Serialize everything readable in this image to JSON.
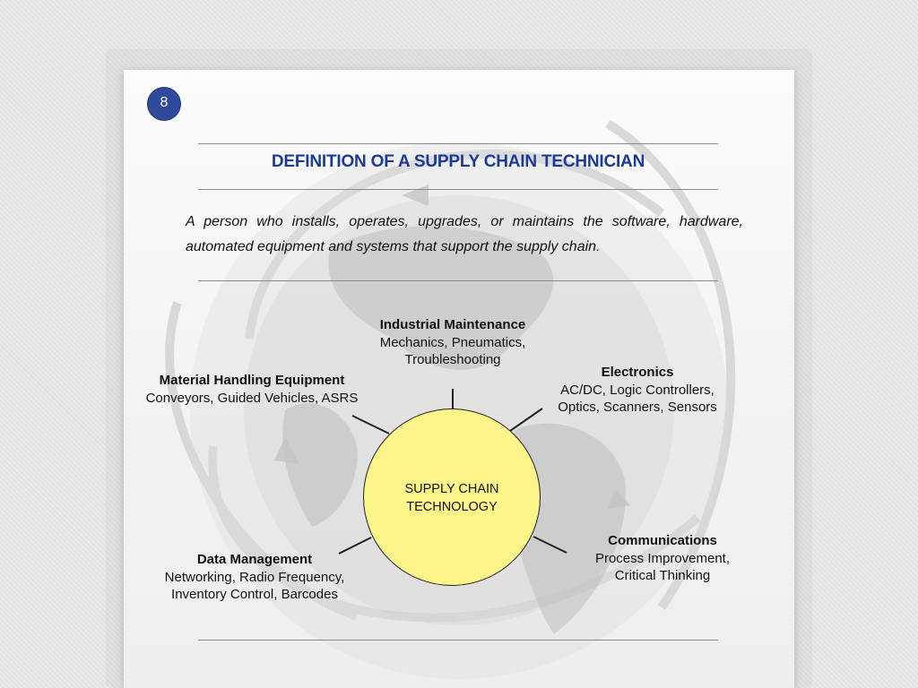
{
  "slide": {
    "number": "8",
    "title": "DEFINITION OF A SUPPLY CHAIN TECHNICIAN",
    "definition": "A person who installs, operates, upgrades, or maintains the software, hardware, automated equipment and systems that support the supply chain."
  },
  "diagram": {
    "center": {
      "line1": "SUPPLY CHAIN",
      "line2": "TECHNOLOGY",
      "fill": "#fdf48a"
    },
    "nodes": {
      "industrial_maintenance": {
        "heading": "Industrial Maintenance",
        "line1": "Mechanics, Pneumatics,",
        "line2": "Troubleshooting"
      },
      "electronics": {
        "heading": "Electronics",
        "line1": "AC/DC, Logic Controllers,",
        "line2": "Optics, Scanners, Sensors"
      },
      "material_handling": {
        "heading": "Material Handling Equipment",
        "line1": "Conveyors, Guided Vehicles, ASRS"
      },
      "data_management": {
        "heading": "Data Management",
        "line1": "Networking, Radio Frequency,",
        "line2": "Inventory Control, Barcodes"
      },
      "communications": {
        "heading": "Communications",
        "line1": "Process Improvement,",
        "line2": "Critical Thinking"
      }
    }
  },
  "colors": {
    "title": "#1b3a9a",
    "badge": "#2f4a9c",
    "center_circle": "#fdf48a"
  }
}
